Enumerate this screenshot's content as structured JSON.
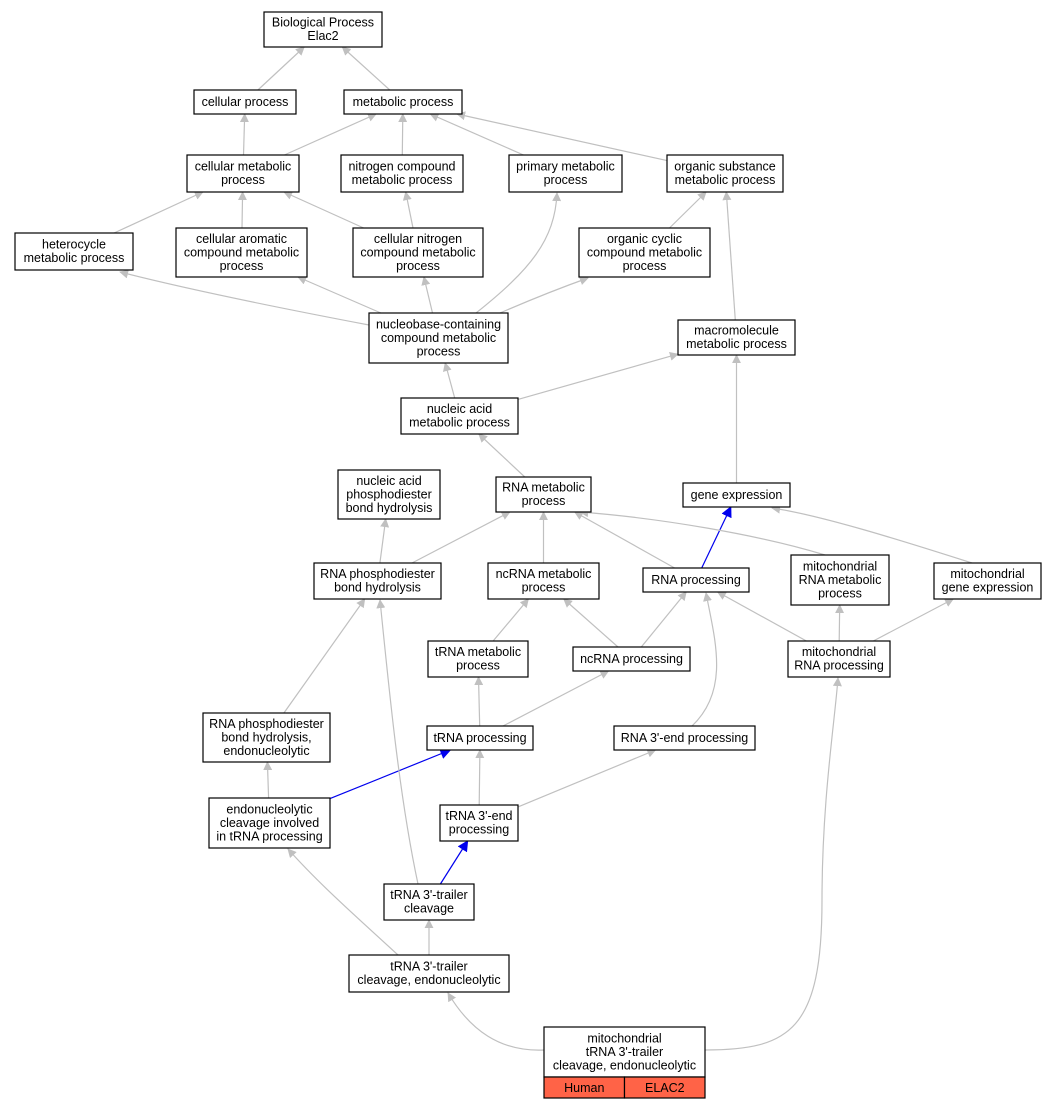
{
  "colors": {
    "edge_default": "#c0c0c0",
    "edge_highlight": "#0000ee",
    "node_fill": "#ffffff",
    "node_stroke": "#000000",
    "annotation_fill": "#ff6347"
  },
  "nodes": [
    {
      "id": "bp",
      "lines": [
        "Biological Process",
        "Elac2"
      ]
    },
    {
      "id": "cellular_process",
      "lines": [
        "cellular process"
      ]
    },
    {
      "id": "metabolic_process",
      "lines": [
        "metabolic process"
      ]
    },
    {
      "id": "cellular_metabolic",
      "lines": [
        "cellular metabolic",
        "process"
      ]
    },
    {
      "id": "nitrogen_compound",
      "lines": [
        "nitrogen compound",
        "metabolic process"
      ]
    },
    {
      "id": "primary_metabolic",
      "lines": [
        "primary metabolic",
        "process"
      ]
    },
    {
      "id": "organic_substance",
      "lines": [
        "organic substance",
        "metabolic process"
      ]
    },
    {
      "id": "heterocycle",
      "lines": [
        "heterocycle",
        "metabolic process"
      ]
    },
    {
      "id": "cellular_aromatic",
      "lines": [
        "cellular aromatic",
        "compound metabolic",
        "process"
      ]
    },
    {
      "id": "cellular_nitrogen",
      "lines": [
        "cellular nitrogen",
        "compound metabolic",
        "process"
      ]
    },
    {
      "id": "organic_cyclic",
      "lines": [
        "organic cyclic",
        "compound metabolic",
        "process"
      ]
    },
    {
      "id": "nucleobase",
      "lines": [
        "nucleobase-containing",
        "compound metabolic",
        "process"
      ]
    },
    {
      "id": "macromolecule",
      "lines": [
        "macromolecule",
        "metabolic process"
      ]
    },
    {
      "id": "nucleic_acid_met",
      "lines": [
        "nucleic acid",
        "metabolic process"
      ]
    },
    {
      "id": "na_phosphodiester",
      "lines": [
        "nucleic acid",
        "phosphodiester",
        "bond hydrolysis"
      ]
    },
    {
      "id": "rna_metabolic",
      "lines": [
        "RNA metabolic",
        "process"
      ]
    },
    {
      "id": "gene_expression",
      "lines": [
        "gene expression"
      ]
    },
    {
      "id": "rna_phosphodiester",
      "lines": [
        "RNA phosphodiester",
        "bond hydrolysis"
      ]
    },
    {
      "id": "ncrna_metabolic",
      "lines": [
        "ncRNA metabolic",
        "process"
      ]
    },
    {
      "id": "rna_processing",
      "lines": [
        "RNA processing"
      ]
    },
    {
      "id": "mito_rna_metabolic",
      "lines": [
        "mitochondrial",
        "RNA metabolic",
        "process"
      ]
    },
    {
      "id": "mito_gene_expression",
      "lines": [
        "mitochondrial",
        "gene expression"
      ]
    },
    {
      "id": "trna_metabolic",
      "lines": [
        "tRNA metabolic",
        "process"
      ]
    },
    {
      "id": "ncrna_processing",
      "lines": [
        "ncRNA processing"
      ]
    },
    {
      "id": "mito_rna_processing",
      "lines": [
        "mitochondrial",
        "RNA processing"
      ]
    },
    {
      "id": "rna_phospho_endo",
      "lines": [
        "RNA phosphodiester",
        "bond hydrolysis,",
        "endonucleolytic"
      ]
    },
    {
      "id": "trna_processing",
      "lines": [
        "tRNA processing"
      ]
    },
    {
      "id": "rna_3end_processing",
      "lines": [
        "RNA 3'-end processing"
      ]
    },
    {
      "id": "endo_cleavage_trna",
      "lines": [
        "endonucleolytic",
        "cleavage involved",
        "in tRNA processing"
      ]
    },
    {
      "id": "trna_3end_processing",
      "lines": [
        "tRNA 3'-end",
        "processing"
      ]
    },
    {
      "id": "trna_3trailer",
      "lines": [
        "tRNA 3'-trailer",
        "cleavage"
      ]
    },
    {
      "id": "trna_3trailer_endo",
      "lines": [
        "tRNA 3'-trailer",
        "cleavage, endonucleolytic"
      ]
    },
    {
      "id": "mito_trna_3trailer",
      "lines": [
        "mitochondrial",
        "tRNA 3'-trailer",
        "cleavage, endonucleolytic"
      ],
      "annotation": [
        "Human",
        "ELAC2"
      ]
    }
  ],
  "edges": [
    {
      "from": "cellular_process",
      "to": "bp"
    },
    {
      "from": "metabolic_process",
      "to": "bp"
    },
    {
      "from": "cellular_metabolic",
      "to": "cellular_process"
    },
    {
      "from": "cellular_metabolic",
      "to": "metabolic_process"
    },
    {
      "from": "nitrogen_compound",
      "to": "metabolic_process"
    },
    {
      "from": "primary_metabolic",
      "to": "metabolic_process"
    },
    {
      "from": "organic_substance",
      "to": "metabolic_process"
    },
    {
      "from": "heterocycle",
      "to": "cellular_metabolic"
    },
    {
      "from": "cellular_aromatic",
      "to": "cellular_metabolic"
    },
    {
      "from": "cellular_nitrogen",
      "to": "cellular_metabolic"
    },
    {
      "from": "cellular_nitrogen",
      "to": "nitrogen_compound"
    },
    {
      "from": "organic_cyclic",
      "to": "organic_substance"
    },
    {
      "from": "nucleobase",
      "to": "heterocycle"
    },
    {
      "from": "nucleobase",
      "to": "cellular_aromatic"
    },
    {
      "from": "nucleobase",
      "to": "cellular_nitrogen"
    },
    {
      "from": "nucleobase",
      "to": "primary_metabolic"
    },
    {
      "from": "nucleobase",
      "to": "organic_cyclic"
    },
    {
      "from": "macromolecule",
      "to": "organic_substance"
    },
    {
      "from": "nucleic_acid_met",
      "to": "nucleobase"
    },
    {
      "from": "nucleic_acid_met",
      "to": "macromolecule"
    },
    {
      "from": "rna_metabolic",
      "to": "nucleic_acid_met"
    },
    {
      "from": "gene_expression",
      "to": "macromolecule"
    },
    {
      "from": "rna_phosphodiester",
      "to": "na_phosphodiester"
    },
    {
      "from": "rna_phosphodiester",
      "to": "rna_metabolic"
    },
    {
      "from": "ncrna_metabolic",
      "to": "rna_metabolic"
    },
    {
      "from": "rna_processing",
      "to": "rna_metabolic"
    },
    {
      "from": "rna_processing",
      "to": "gene_expression",
      "highlight": true
    },
    {
      "from": "mito_rna_metabolic",
      "to": "rna_metabolic"
    },
    {
      "from": "mito_gene_expression",
      "to": "gene_expression"
    },
    {
      "from": "trna_metabolic",
      "to": "ncrna_metabolic"
    },
    {
      "from": "ncrna_processing",
      "to": "ncrna_metabolic"
    },
    {
      "from": "ncrna_processing",
      "to": "rna_processing"
    },
    {
      "from": "mito_rna_processing",
      "to": "rna_processing"
    },
    {
      "from": "mito_rna_processing",
      "to": "mito_rna_metabolic"
    },
    {
      "from": "mito_rna_processing",
      "to": "mito_gene_expression"
    },
    {
      "from": "rna_phospho_endo",
      "to": "rna_phosphodiester"
    },
    {
      "from": "trna_processing",
      "to": "trna_metabolic"
    },
    {
      "from": "trna_processing",
      "to": "ncrna_processing"
    },
    {
      "from": "rna_3end_processing",
      "to": "rna_processing"
    },
    {
      "from": "endo_cleavage_trna",
      "to": "rna_phospho_endo"
    },
    {
      "from": "endo_cleavage_trna",
      "to": "trna_processing",
      "highlight": true
    },
    {
      "from": "trna_3end_processing",
      "to": "trna_processing"
    },
    {
      "from": "trna_3end_processing",
      "to": "rna_3end_processing"
    },
    {
      "from": "trna_3trailer",
      "to": "trna_3end_processing",
      "highlight": true
    },
    {
      "from": "trna_3trailer",
      "to": "rna_phosphodiester"
    },
    {
      "from": "trna_3trailer_endo",
      "to": "trna_3trailer"
    },
    {
      "from": "trna_3trailer_endo",
      "to": "endo_cleavage_trna"
    },
    {
      "from": "mito_trna_3trailer",
      "to": "trna_3trailer_endo"
    },
    {
      "from": "mito_trna_3trailer",
      "to": "mito_rna_processing"
    }
  ]
}
